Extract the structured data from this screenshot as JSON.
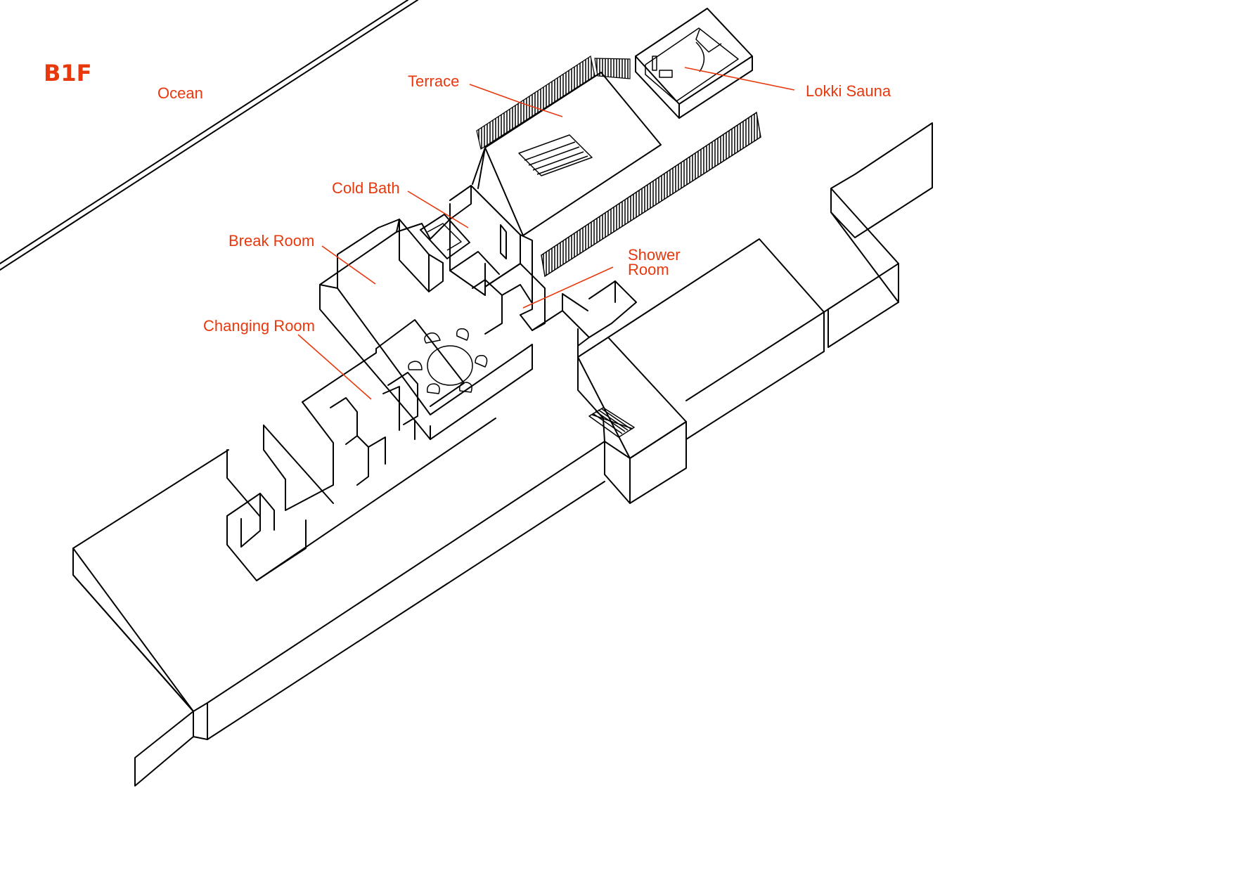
{
  "floor_label": "B1F",
  "colors": {
    "accent": "#e8380d",
    "line": "#000000",
    "background": "#ffffff"
  },
  "labels": {
    "ocean": "Ocean",
    "terrace": "Terrace",
    "lokki_sauna": "Lokki Sauna",
    "cold_bath": "Cold Bath",
    "break_room": "Break Room",
    "shower_room_line1": "Shower",
    "shower_room_line2": "Room",
    "changing_room": "Changing Room"
  }
}
